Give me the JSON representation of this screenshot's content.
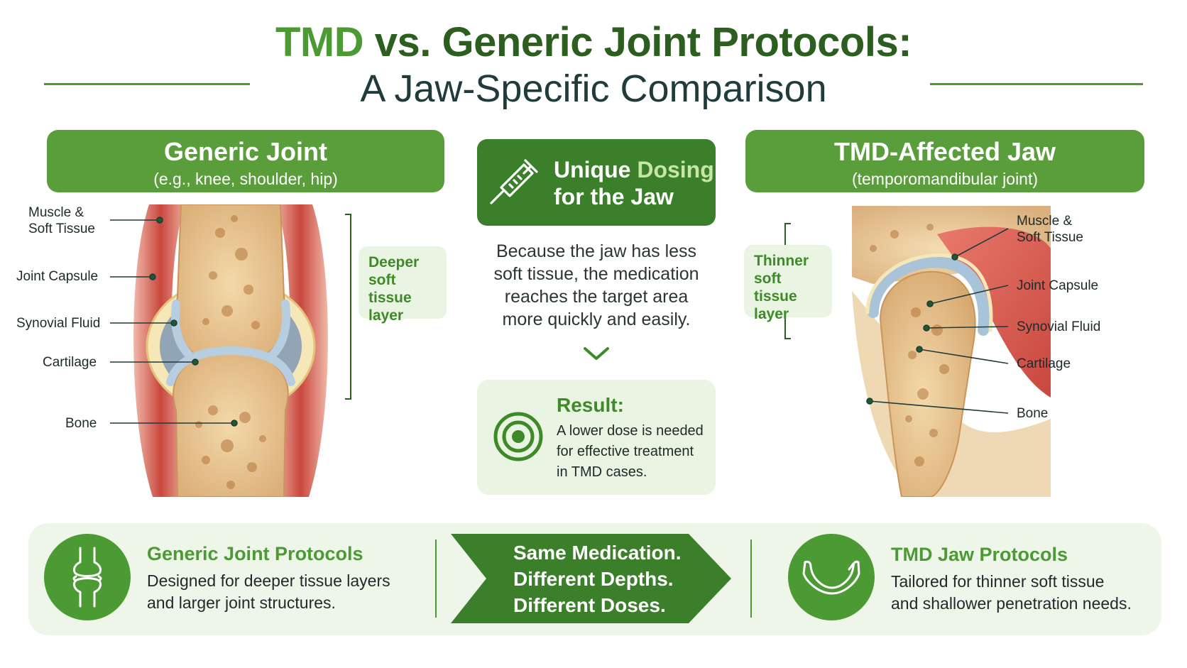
{
  "title": {
    "tmd": "TMD",
    "rest": " vs. Generic Joint Protocols:",
    "subtitle": "A Jaw-Specific Comparison"
  },
  "generic_panel": {
    "heading": "Generic Joint",
    "subheading": "(e.g., knee, shoulder, hip)",
    "labels": [
      "Muscle &",
      "Soft Tissue",
      "Joint Capsule",
      "Synovial Fluid",
      "Cartilage",
      "Bone"
    ],
    "tag": [
      "Deeper",
      "soft tissue",
      "layer"
    ]
  },
  "tmd_panel": {
    "heading": "TMD-Affected Jaw",
    "subheading": "(temporomandibular joint)",
    "labels": [
      "Muscle &",
      "Soft Tissue",
      "Joint Capsule",
      "Synovial Fluid",
      "Cartilage",
      "Bone"
    ],
    "tag": [
      "Thinner",
      "soft tissue",
      "layer"
    ]
  },
  "center": {
    "dosing_word1": "Unique ",
    "dosing_word2": "Dosing",
    "dosing_line2": "for the Jaw",
    "because": [
      "Because the jaw has less",
      "soft tissue, the medication",
      "reaches the target area",
      "more quickly and easily."
    ],
    "result_title": "Result:",
    "result_text": [
      "A lower dose is needed",
      "for effective treatment",
      "in TMD cases."
    ]
  },
  "bottom": {
    "generic_title": "Generic Joint Protocols",
    "generic_text": [
      "Designed for deeper tissue layers",
      "and larger joint structures."
    ],
    "arrow_text": [
      "Same Medication.",
      "Different Depths.",
      "Different Doses."
    ],
    "tmd_title": "TMD Jaw Protocols",
    "tmd_text": [
      "Tailored for thinner soft tissue",
      "and shallower penetration needs."
    ]
  },
  "colors": {
    "primary_green": "#4c9a34",
    "dark_green": "#3b7f2b",
    "light_green_bg": "#e9f4e3",
    "muscle_red": "#c9473e",
    "bone_beige": "#efcf9b",
    "cartilage_blue": "#a9c3d9"
  }
}
